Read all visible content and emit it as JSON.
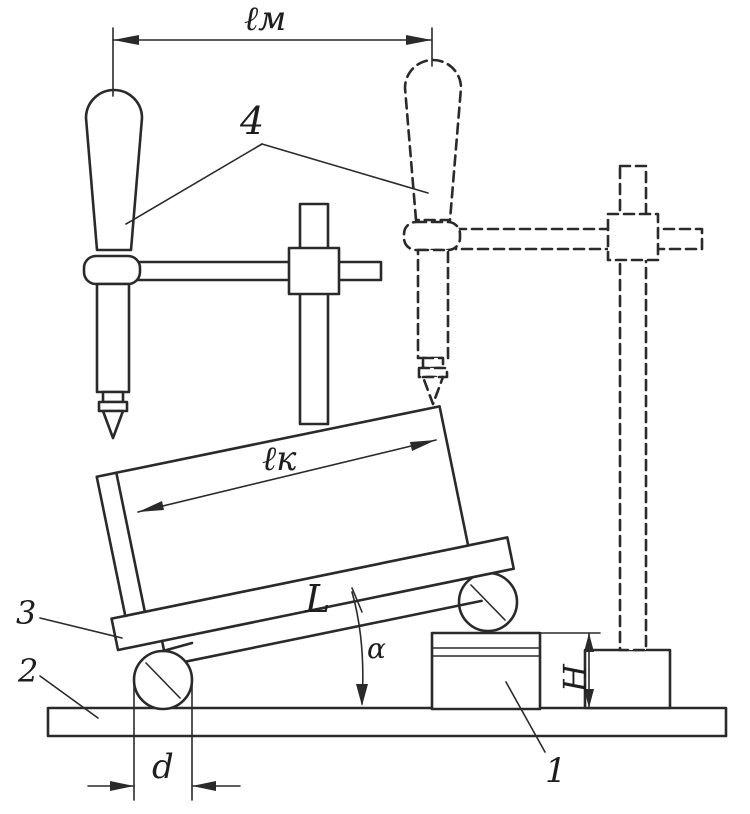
{
  "labels": {
    "l_m": "ℓм",
    "l_k": "ℓк",
    "L": "L",
    "alpha": "α",
    "H": "H",
    "d": "d",
    "n1": "1",
    "n2": "2",
    "n3": "3",
    "n4": "4"
  }
}
